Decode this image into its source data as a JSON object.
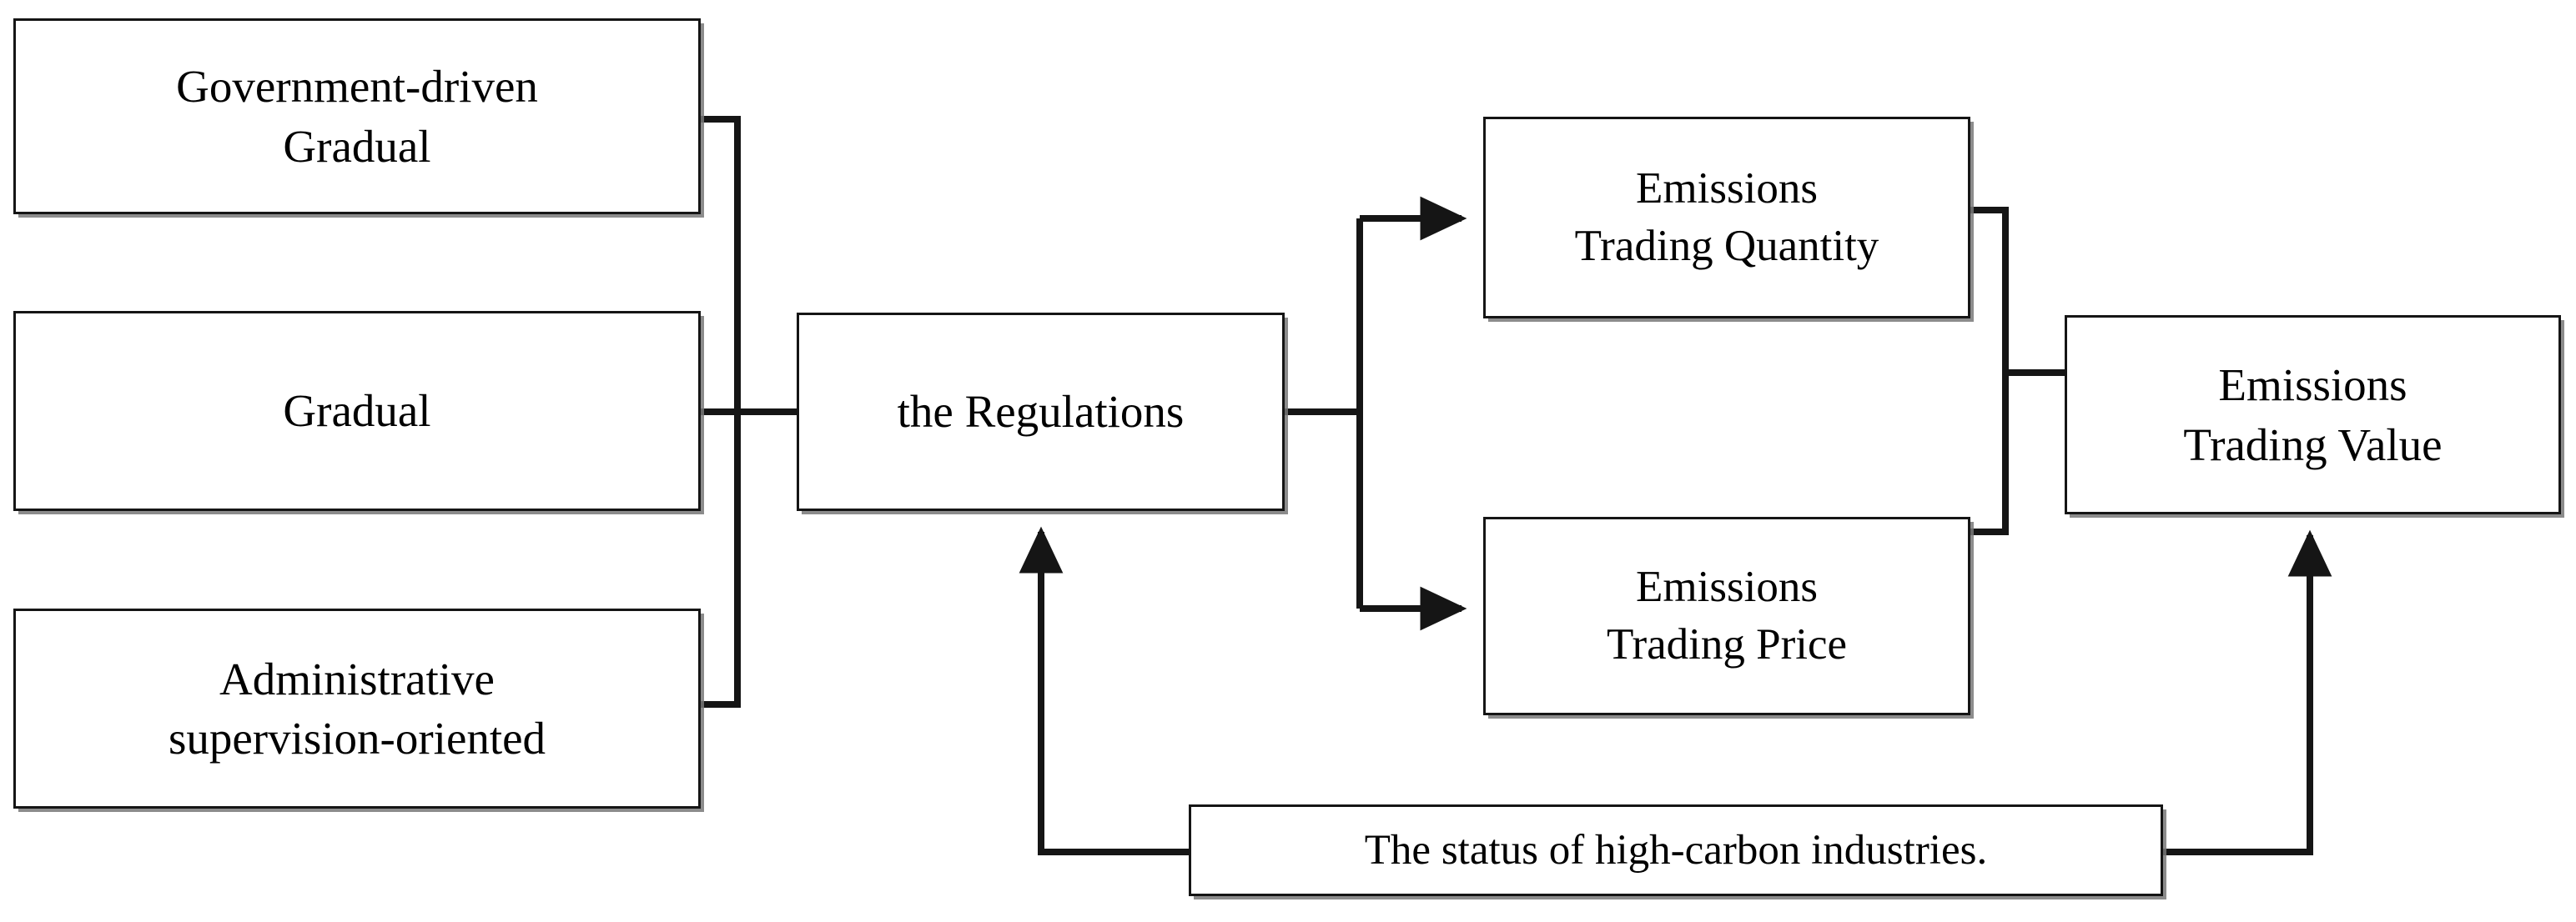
{
  "diagram": {
    "title": "Emissions trading regulation influence diagram",
    "line_color": "#151515",
    "shadow_color": "#787878",
    "background": "#ffffff",
    "text_color": "#000000",
    "nodes": [
      {
        "id": "government_driven_gradual",
        "label": "Government-driven\nGradual"
      },
      {
        "id": "gradual",
        "label": "Gradual"
      },
      {
        "id": "administrative_supervision_oriented",
        "label": "Administrative\nsupervision-oriented"
      },
      {
        "id": "the_regulations",
        "label": "the Regulations"
      },
      {
        "id": "emissions_trading_quantity",
        "label": "Emissions\nTrading Quantity"
      },
      {
        "id": "emissions_trading_price",
        "label": "Emissions\nTrading Price"
      },
      {
        "id": "emissions_trading_value",
        "label": "Emissions\nTrading Value"
      },
      {
        "id": "status_of_high_carbon_industries",
        "label": "The status of high-carbon industries."
      }
    ],
    "edges": [
      {
        "from": "government_driven_gradual",
        "to": "the_regulations",
        "arrow": false
      },
      {
        "from": "gradual",
        "to": "the_regulations",
        "arrow": false
      },
      {
        "from": "administrative_supervision_oriented",
        "to": "the_regulations",
        "arrow": false
      },
      {
        "from": "the_regulations",
        "to": "emissions_trading_quantity",
        "arrow": true
      },
      {
        "from": "the_regulations",
        "to": "emissions_trading_price",
        "arrow": true
      },
      {
        "from": "emissions_trading_quantity",
        "to": "emissions_trading_value",
        "arrow": false
      },
      {
        "from": "emissions_trading_price",
        "to": "emissions_trading_value",
        "arrow": false
      },
      {
        "from": "status_of_high_carbon_industries",
        "to": "the_regulations",
        "arrow": true
      },
      {
        "from": "status_of_high_carbon_industries",
        "to": "emissions_trading_value",
        "arrow": true
      }
    ]
  }
}
